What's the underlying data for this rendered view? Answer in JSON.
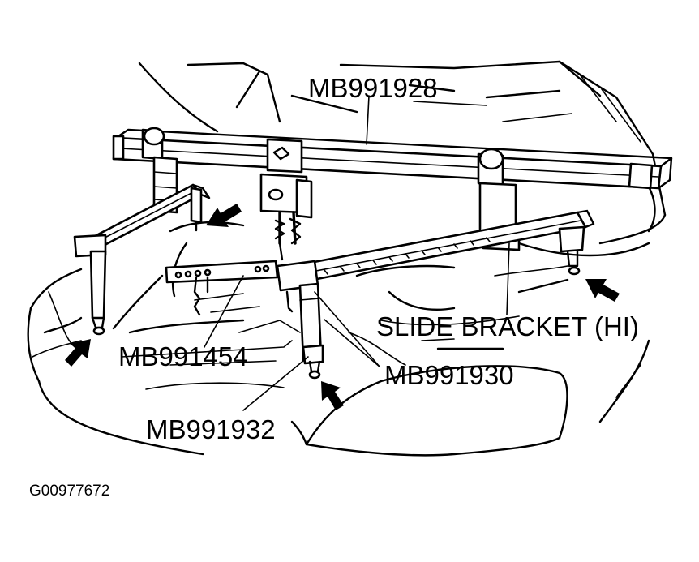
{
  "labels": {
    "bar_tool": "MB991928",
    "slide_bracket": "SLIDE BRACKET (HI)",
    "chain_tool": "MB991454",
    "leg_tool": "MB991930",
    "base_tool": "MB991932"
  },
  "figure_id": "G00977672",
  "icons": [
    "arrow-icon",
    "arrow-icon",
    "arrow-icon",
    "arrow-icon"
  ]
}
